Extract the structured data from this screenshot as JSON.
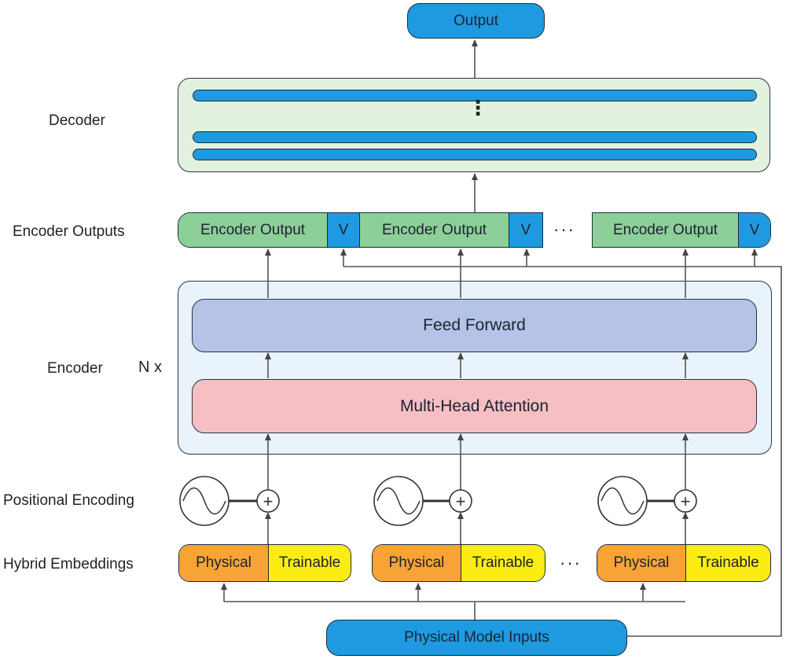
{
  "labels": {
    "decoder": "Decoder",
    "encoder_outputs": "Encoder Outputs",
    "encoder": "Encoder",
    "n_times": "N x",
    "positional_encoding": "Positional Encoding",
    "hybrid_embeddings": "Hybrid Embeddings"
  },
  "output_box": "Output",
  "decoder_dots": "⋮",
  "encoder_outputs": [
    {
      "text": "Encoder Output",
      "v": "V"
    },
    {
      "text": "Encoder Output",
      "v": "V"
    },
    {
      "text": "Encoder Output",
      "v": "V"
    }
  ],
  "ellipsis": "···",
  "feed_forward": "Feed Forward",
  "multi_head_attention": "Multi-Head Attention",
  "embeddings": [
    {
      "physical": "Physical",
      "trainable": "Trainable"
    },
    {
      "physical": "Physical",
      "trainable": "Trainable"
    },
    {
      "physical": "Physical",
      "trainable": "Trainable"
    }
  ],
  "plus_symbol": "+",
  "physical_model_inputs": "Physical Model Inputs",
  "colors": {
    "blue_box": "#1e9be0",
    "decoder_bg": "#e3f1df",
    "encoder_output_green": "#8ccf98",
    "feed_forward": "#b4c3e6",
    "attention": "#f6bfc4",
    "encoder_bg": "#e9f3fb",
    "physical_orange": "#f7a335",
    "trainable_yellow": "#fbec12"
  }
}
